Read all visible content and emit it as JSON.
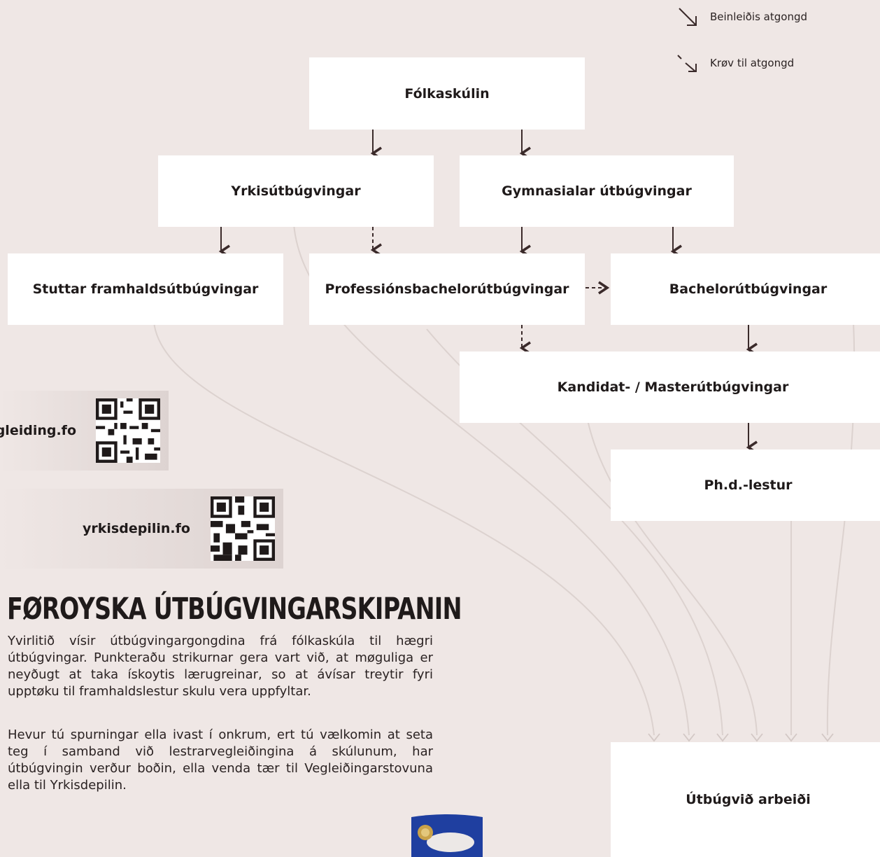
{
  "legend": {
    "direct": "Beinleiðis atgongd",
    "conditional": "Krøv til atgongd"
  },
  "boxes": {
    "folkaskulin": "Fólkaskúlin",
    "yrkis": "Yrkisútbúgvingar",
    "gymnasial": "Gymnasialar útbúgvingar",
    "stuttar": "Stuttar framhaldsútbúgvingar",
    "professions": "Professiónsbachelorútbúgvingar",
    "bachelor": "Bachelorútbúgvingar",
    "kandidat": "Kandidat- / Masterútbúgvingar",
    "phd": "Ph.d.-lestur",
    "arbeidi": "Útbúgvið arbeiði"
  },
  "links": {
    "vegleiding": "gleiding.fo",
    "yrkisdepilin": "yrkisdepilin.fo"
  },
  "info": {
    "title": "FØROYSKA ÚTBÚGVINGARSKIPANIN",
    "paragraph1": "Yvirlitið vísir útbúgvingargongdina frá fólkaskúla til hægri útbúgvingar. Punkteraðu strikurnar gera vart við, at møguliga er neyðugt at taka ískoytis lærugreinar, so at ávísar treytir fyri upptøku til framhaldslestur skulu vera uppfyltar.",
    "paragraph2": "Hevur tú spurningar ella ivast í onkrum, ert tú vælkomin at seta teg í samband við lestrarvegleiðingina á skúlunum, har útbúgvingin verður boðin, ella venda tær til Vegleiðingarstovuna ella til Yrkisdepilin."
  },
  "colors": {
    "background": "#efe7e5",
    "arrow": "#3a2a2a",
    "curve": "#dcd2cf",
    "logo": "#1f3fa0"
  }
}
